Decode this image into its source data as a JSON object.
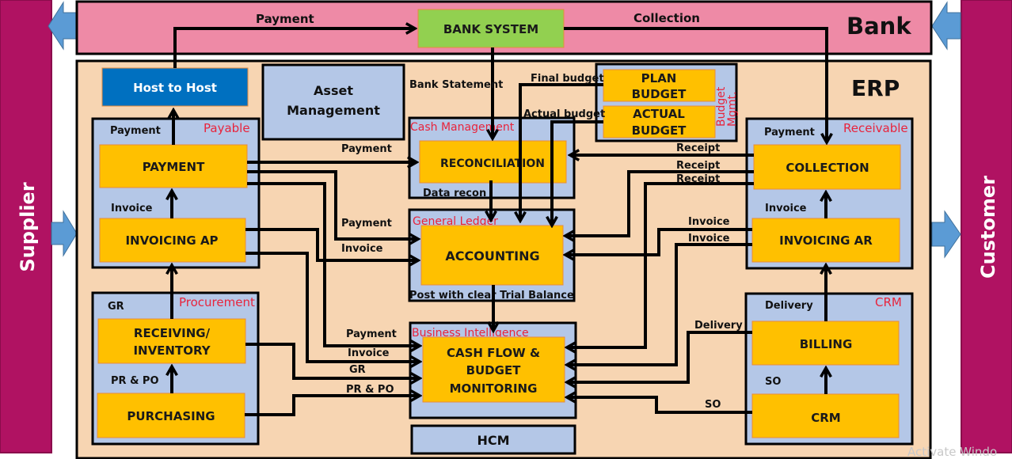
{
  "external": {
    "supplier": "Supplier",
    "customer": "Customer",
    "bank": "Bank",
    "erp": "ERP"
  },
  "bank_band": {
    "bank_system": "BANK SYSTEM",
    "payment_label": "Payment",
    "collection_label": "Collection"
  },
  "erp_boxes": {
    "host_to_host": "Host to Host",
    "asset_management_line1": "Asset",
    "asset_management_line2": "Management",
    "hcm": "HCM"
  },
  "modules": {
    "payable": {
      "title": "Payable",
      "inner_label_top": "Payment",
      "inner_label_mid": "Invoice",
      "box_top": "PAYMENT",
      "box_bottom": "INVOICING AP"
    },
    "procurement": {
      "title": "Procurement",
      "inner_label_top": "GR",
      "inner_label_mid": "PR & PO",
      "box_top_line1": "RECEIVING/",
      "box_top_line2": "INVENTORY",
      "box_bottom": "PURCHASING"
    },
    "cash_management": {
      "title": "Cash Management",
      "box": "RECONCILIATION",
      "footer": "Data recon"
    },
    "general_ledger": {
      "title": "General Ledger",
      "box": "ACCOUNTING",
      "footer": "Post with clear Trial Balance"
    },
    "business_intelligence": {
      "title": "Business Intelligence",
      "box_line1": "CASH FLOW &",
      "box_line2": "BUDGET",
      "box_line3": "MONITORING"
    },
    "budget_mgmt": {
      "title_line1": "Budget",
      "title_line2": "Mgmt.",
      "plan_line1": "PLAN",
      "plan_line2": "BUDGET",
      "actual_line1": "ACTUAL",
      "actual_line2": "BUDGET"
    },
    "receivable": {
      "title": "Receivable",
      "inner_label_top": "Payment",
      "inner_label_mid": "Invoice",
      "box_top": "COLLECTION",
      "box_bottom": "INVOICING AR"
    },
    "crm": {
      "title": "CRM",
      "inner_label_top": "Delivery",
      "inner_label_mid": "SO",
      "box_top": "BILLING",
      "box_bottom": "CRM"
    }
  },
  "flow_labels": {
    "bank_statement": "Bank Statement",
    "final_budget": "Final budget",
    "actual_budget": "Actual budget",
    "payment_to_recon": "Payment",
    "payment_to_gl": "Payment",
    "invoice_to_gl": "Invoice",
    "payment_to_bi": "Payment",
    "invoice_to_bi": "Invoice",
    "gr_to_bi": "GR",
    "prpo_to_bi": "PR & PO",
    "receipt_1": "Receipt",
    "receipt_2": "Receipt",
    "receipt_3": "Receipt",
    "invoice_ar_1": "Invoice",
    "invoice_ar_2": "Invoice",
    "delivery_to_bi": "Delivery",
    "so_to_bi": "SO"
  },
  "colors": {
    "side_panel": "#b01262",
    "bank_band": "#ee8aa6",
    "erp_bg": "#f7d5b2",
    "module_bg": "#b4c7e7",
    "process_box": "#ffc000",
    "host_box": "#0070c0",
    "bank_system_box": "#92d050",
    "arrow_blue": "#5b9bd5",
    "module_title": "#e8243c"
  },
  "watermark": "Activate Windo"
}
